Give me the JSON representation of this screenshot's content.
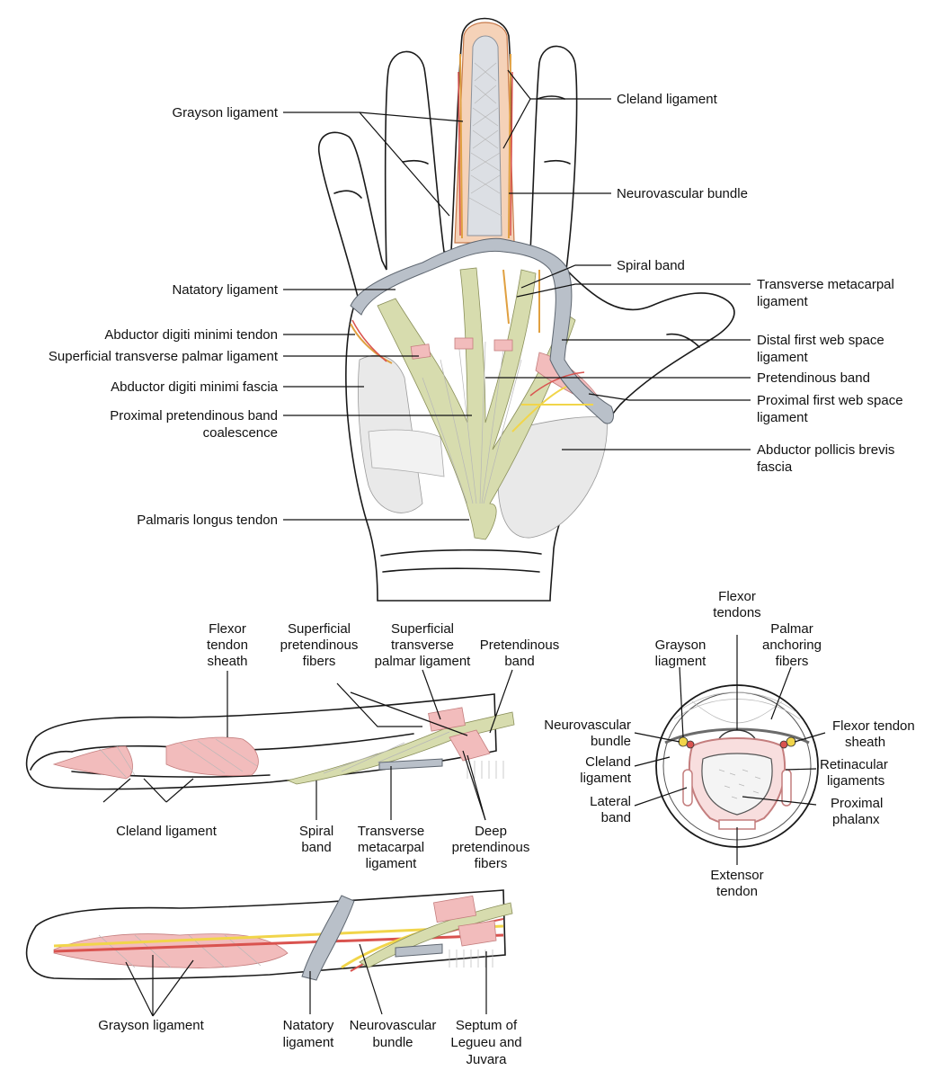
{
  "top_labels": {
    "grayson_ligament": "Grayson ligament",
    "cleland_ligament": "Cleland ligament",
    "neurovascular_bundle": "Neurovascular bundle",
    "spiral_band": "Spiral band",
    "natatory_ligament": "Natatory ligament",
    "transverse_metacarpal_l1": "Transverse metacarpal",
    "transverse_metacarpal_l2": "ligament",
    "abductor_dm_tendon": "Abductor digiti minimi tendon",
    "superficial_tpl": "Superficial transverse palmar ligament",
    "abductor_dm_fascia": "Abductor digiti minimi fascia",
    "distal_fws_l1": "Distal first web space",
    "distal_fws_l2": "ligament",
    "pretendinous_band": "Pretendinous band",
    "proximal_fws_l1": "Proximal first web space",
    "proximal_fws_l2": "ligament",
    "proximal_pbc_l1": "Proximal pretendinous band",
    "proximal_pbc_l2": "coalescence",
    "apb_fascia_l1": "Abductor pollicis brevis",
    "apb_fascia_l2": "fascia",
    "palmaris_longus": "Palmaris longus tendon"
  },
  "finger_upper_labels": {
    "flexor_sheath": [
      "Flexor",
      "tendon",
      "sheath"
    ],
    "superficial_pretendinous": [
      "Superficial",
      "pretendinous",
      "fibers"
    ],
    "superficial_tpl": [
      "Superficial",
      "transverse",
      "palmar ligament"
    ],
    "pretendinous_band": [
      "Pretendinous",
      "band"
    ],
    "cleland_ligament": "Cleland ligament",
    "spiral_band": [
      "Spiral",
      "band"
    ],
    "transverse_metacarpal": [
      "Transverse",
      "metacarpal",
      "ligament"
    ],
    "deep_pretendinous": [
      "Deep",
      "pretendinous",
      "fibers"
    ]
  },
  "finger_lower_labels": {
    "grayson_ligament": "Grayson ligament",
    "natatory_ligament": [
      "Natatory",
      "ligament"
    ],
    "neurovascular_bundle": [
      "Neurovascular",
      "bundle"
    ],
    "septum": [
      "Septum of",
      "Legueu and",
      "Juvara"
    ]
  },
  "cross_section_labels": {
    "flexor_tendons": [
      "Flexor",
      "tendons"
    ],
    "palmar_anchoring": [
      "Palmar",
      "anchoring",
      "fibers"
    ],
    "grayson_liagment": [
      "Grayson",
      "liagment"
    ],
    "neurovascular_bundle": [
      "Neurovascular",
      "bundle"
    ],
    "flexor_tendon_sheath": [
      "Flexor tendon",
      "sheath"
    ],
    "cleland_ligament": [
      "Cleland",
      "ligament"
    ],
    "retinacular": [
      "Retinacular",
      "ligaments"
    ],
    "lateral_band": [
      "Lateral",
      "band"
    ],
    "proximal_phalanx": [
      "Proximal",
      "phalanx"
    ],
    "extensor_tendon": [
      "Extensor",
      "tendon"
    ]
  },
  "colors": {
    "fascia": "#d7dcae",
    "pink_ligament": "#f2bcbc",
    "nerve": "#f1d54a",
    "artery": "#d9534f",
    "sheath_gray": "#b9c0c9"
  }
}
